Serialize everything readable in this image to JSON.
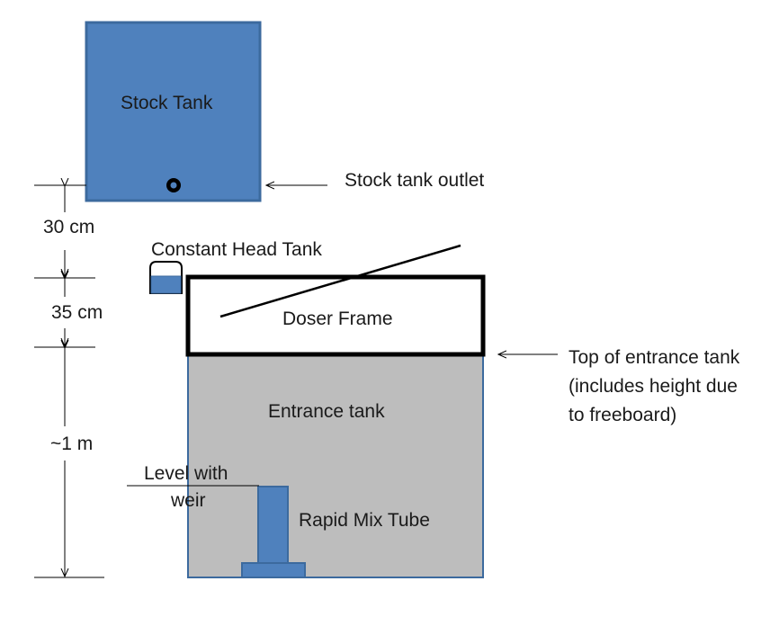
{
  "labels": {
    "stock_tank": "Stock Tank",
    "stock_tank_outlet": "Stock tank outlet",
    "constant_head_tank": "Constant Head Tank",
    "doser_frame": "Doser Frame",
    "entrance_tank": "Entrance tank",
    "top_of_entrance_tank": [
      "Top of entrance tank",
      "(includes height due",
      "to freeboard)"
    ],
    "level_with_weir": [
      "Level with",
      "weir"
    ],
    "rapid_mix_tube": "Rapid Mix Tube"
  },
  "dimensions": {
    "d1": "30 cm",
    "d2": "35 cm",
    "d3": "~1 m"
  },
  "colors": {
    "tank_blue": "#4f81bd",
    "tank_blue_border": "#3c6a9e",
    "entrance_gray": "#bdbdbd",
    "line": "#000000"
  }
}
